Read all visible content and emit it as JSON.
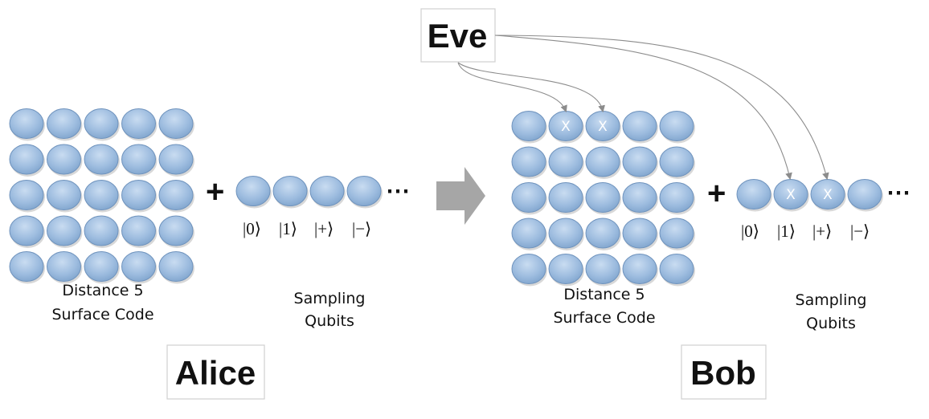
{
  "names": {
    "alice": "Alice",
    "bob": "Bob",
    "eve": "Eve"
  },
  "surface_code_caption": [
    "Distance 5",
    "Surface Code"
  ],
  "sampling_caption": [
    "Sampling",
    "Qubits"
  ],
  "qubit_state_labels": [
    "|0⟩",
    "|1⟩",
    "|+⟩",
    "|−⟩"
  ],
  "plus_sign": "+",
  "ellipsis": "⋯",
  "error_mark": "X",
  "grid_size": 5,
  "sampling_visible_count": 4,
  "bob_surface_flipped": [
    [
      0,
      1
    ],
    [
      0,
      2
    ]
  ],
  "bob_sampling_flipped": [
    1,
    2
  ],
  "colors": {
    "qubit_fill": "#9dbcdf",
    "qubit_edge": "#6f93bd",
    "arrow_fill": "#a6a6a6",
    "box_border": "#d0d0d0",
    "attack_line": "#8c8c8c"
  }
}
